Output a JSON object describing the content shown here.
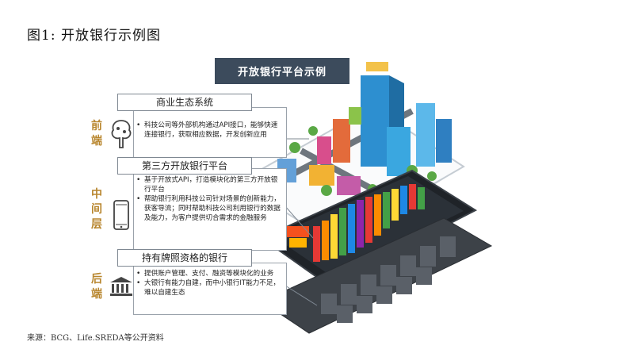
{
  "figure_title": "图1: 开放银行示例图",
  "platform_title": "开放银行平台示例",
  "layers": [
    {
      "side_label": [
        "前",
        "端"
      ],
      "icon": "tree-icon",
      "header": "商业生态系统",
      "bullets": [
        "科技公司等外部机构通过API接口，能够快速连接银行，获取相应数据，开发创新应用"
      ]
    },
    {
      "side_label": [
        "中",
        "间",
        "层"
      ],
      "icon": "smartphone-icon",
      "header": "第三方开放银行平台",
      "bullets": [
        "基于开放式API，打造模块化的第三方开放银行平台",
        "帮助银行利用科技公司针对场景的创新能力，获客导流；同时帮助科技公司利用银行的数据及能力，为客户提供切合需求的金融服务"
      ]
    },
    {
      "side_label": [
        "后",
        "端"
      ],
      "icon": "bank-building-icon",
      "header": "持有牌照资格的银行",
      "bullets": [
        "提供账户管理、支付、融资等模块化的业务",
        "大银行有能力自建，而中小银行IT能力不足，难以自建生态"
      ]
    }
  ],
  "source": "来源：BCG、Life.SREDA等公开资料",
  "colors": {
    "accent_gold": "#b8862e",
    "title_bar": "#3c4b5c"
  }
}
